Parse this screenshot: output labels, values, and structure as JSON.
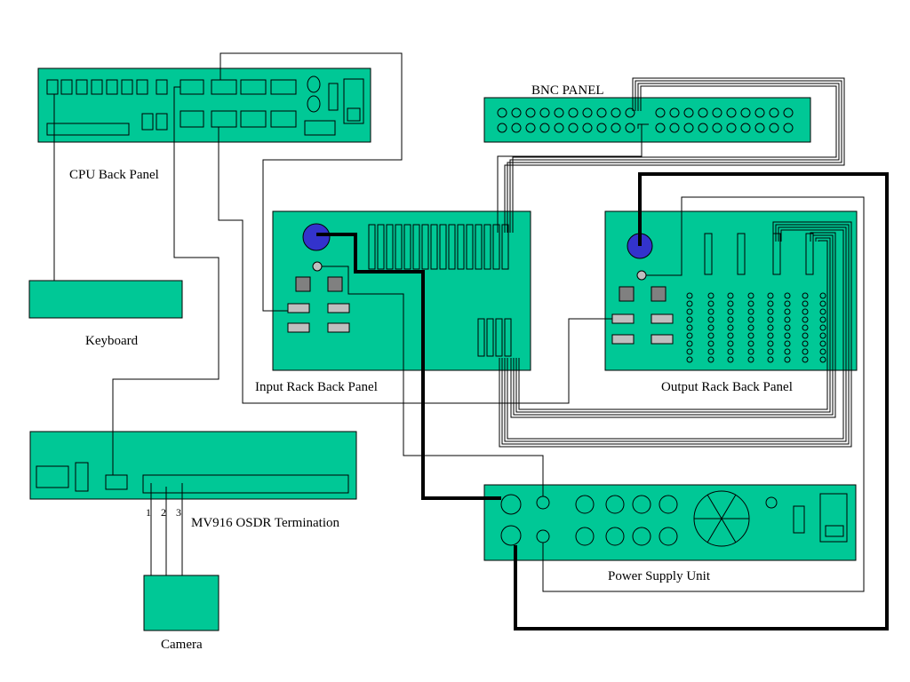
{
  "labels": {
    "cpu": "CPU Back Panel",
    "bnc": "BNC  PANEL",
    "keyboard": "Keyboard",
    "input_rack": "Input Rack Back Panel",
    "output_rack": "Output Rack Back Panel",
    "osdr": "MV916 OSDR Termination",
    "psu": "Power Supply Unit",
    "camera": "Camera",
    "pin1": "1",
    "pin2": "2",
    "pin3": "3"
  },
  "colors": {
    "panel": "#00c896",
    "blue_connector": "#3333cc",
    "dark_port": "#808080",
    "light_port": "#bfbfbf"
  }
}
